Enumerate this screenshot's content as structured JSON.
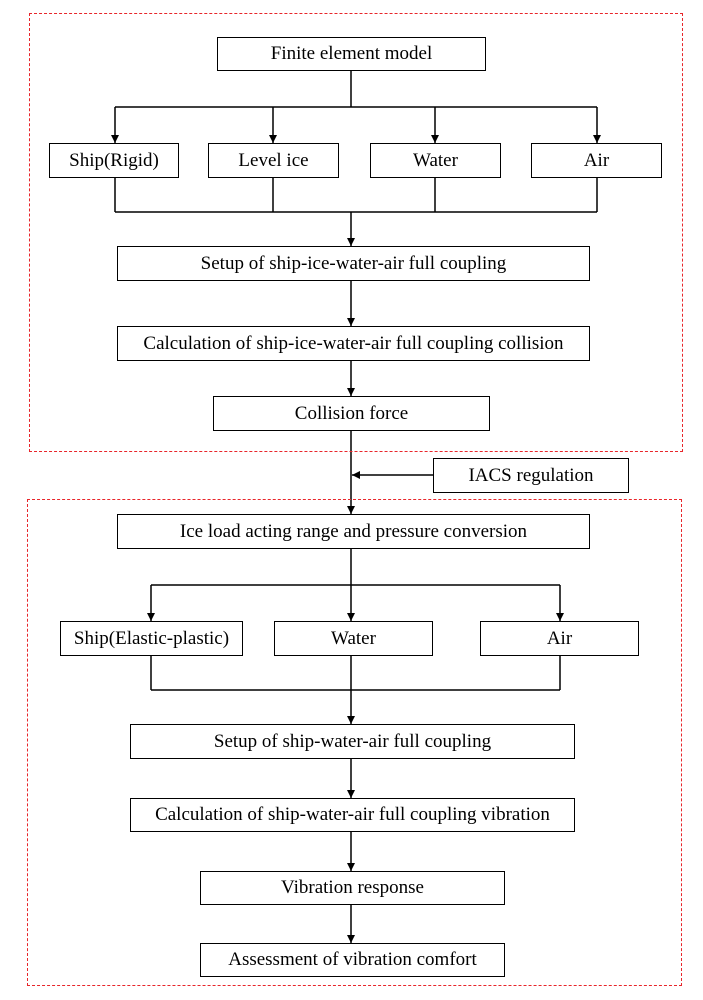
{
  "colors": {
    "region_border": "#e8262b",
    "line": "#000000",
    "box_border": "#000000",
    "background": "#ffffff"
  },
  "regions": {
    "top": "ice-collision-stage",
    "bottom": "vibration-stage"
  },
  "nodes": {
    "fem": "Finite element model",
    "ship_rigid": "Ship(Rigid)",
    "level_ice": "Level ice",
    "water_top": "Water",
    "air_top": "Air",
    "setup_ship_ice": "Setup of  ship-ice-water-air full coupling",
    "calc_collision": "Calculation of ship-ice-water-air full coupling collision",
    "collision_force": "Collision force",
    "iacs": "IACS regulation",
    "ice_load": "Ice load acting range and pressure conversion",
    "ship_elastic": "Ship(Elastic-plastic)",
    "water_bottom": "Water",
    "air_bottom": "Air",
    "setup_ship_water": "Setup of  ship-water-air full coupling",
    "calc_vibration": "Calculation of ship-water-air full coupling vibration",
    "vibration_response": "Vibration response",
    "assessment": "Assessment of vibration comfort"
  },
  "edges": [
    {
      "from": "fem",
      "to": "ship_rigid"
    },
    {
      "from": "fem",
      "to": "level_ice"
    },
    {
      "from": "fem",
      "to": "water_top"
    },
    {
      "from": "fem",
      "to": "air_top"
    },
    {
      "from": "ship_rigid",
      "to": "setup_ship_ice"
    },
    {
      "from": "level_ice",
      "to": "setup_ship_ice"
    },
    {
      "from": "water_top",
      "to": "setup_ship_ice"
    },
    {
      "from": "air_top",
      "to": "setup_ship_ice"
    },
    {
      "from": "setup_ship_ice",
      "to": "calc_collision"
    },
    {
      "from": "calc_collision",
      "to": "collision_force"
    },
    {
      "from": "collision_force",
      "to": "ice_load"
    },
    {
      "from": "iacs",
      "to": "ice_load"
    },
    {
      "from": "ice_load",
      "to": "ship_elastic"
    },
    {
      "from": "ice_load",
      "to": "water_bottom"
    },
    {
      "from": "ice_load",
      "to": "air_bottom"
    },
    {
      "from": "ship_elastic",
      "to": "setup_ship_water"
    },
    {
      "from": "water_bottom",
      "to": "setup_ship_water"
    },
    {
      "from": "air_bottom",
      "to": "setup_ship_water"
    },
    {
      "from": "setup_ship_water",
      "to": "calc_vibration"
    },
    {
      "from": "calc_vibration",
      "to": "vibration_response"
    },
    {
      "from": "vibration_response",
      "to": "assessment"
    }
  ]
}
